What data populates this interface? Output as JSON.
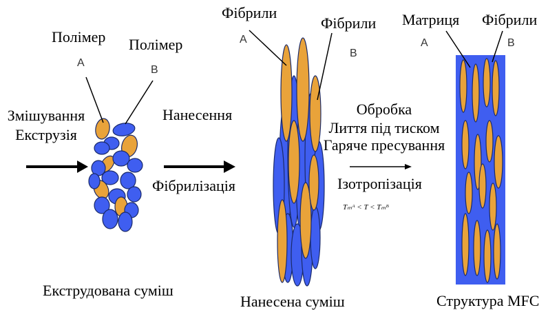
{
  "stage1": {
    "polymer_a_title": "Полімер",
    "polymer_a_letter": "A",
    "polymer_b_title": "Полімер",
    "polymer_b_letter": "B",
    "process_line1": "Змішування",
    "process_line2": "Екструзія",
    "caption": "Екструдована суміш"
  },
  "stage2": {
    "fibrils_a_title": "Фібрили",
    "fibrils_a_letter": "A",
    "fibrils_b_title": "Фібрили",
    "fibrils_b_letter": "B",
    "process_top": "Нанесення",
    "process_bottom": "Фібрилізація",
    "caption": "Нанесена суміш"
  },
  "stage3": {
    "process_line1": "Обробка",
    "process_line2": "Лиття під тиском",
    "process_line3": "Гаряче пресування",
    "process_bottom": "Ізотропізація",
    "inequality": "Tₘᴬ < T < Tₘᴮ"
  },
  "stage4": {
    "matrix_title": "Матриця",
    "matrix_letter": "A",
    "fibrils_title": "Фібрили",
    "fibrils_letter": "B",
    "caption": "Структура MFC"
  },
  "colors": {
    "polymer_a": "#E9A33A",
    "polymer_b": "#3F5EF0",
    "outline": "#1A2A6A"
  }
}
